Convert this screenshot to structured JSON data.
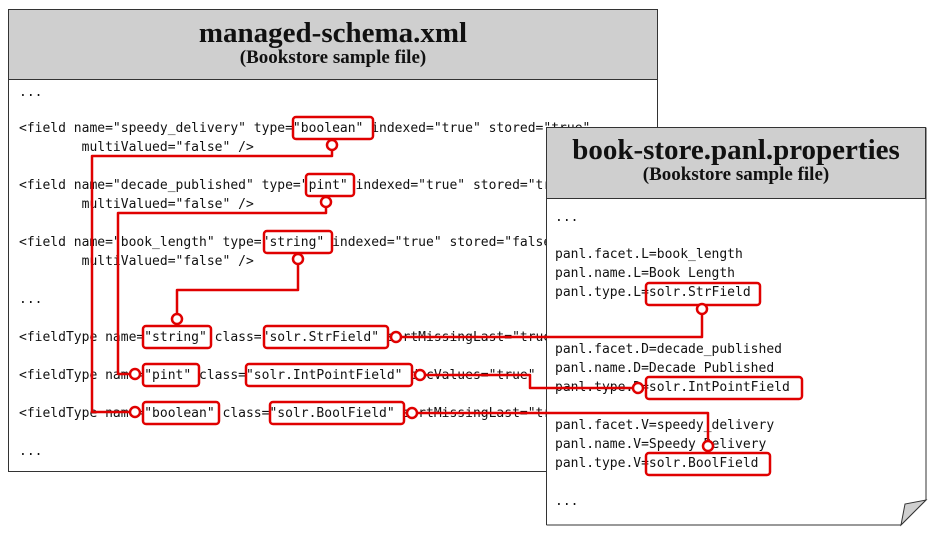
{
  "colors": {
    "link": "#e00000",
    "header_bg": "#cfcfcf",
    "border": "#333333"
  },
  "schema_panel": {
    "title": "managed-schema.xml",
    "subtitle": "(Bookstore sample file)",
    "lines": [
      "...",
      "<field name=\"speedy_delivery\" type=\"boolean\" indexed=\"true\" stored=\"true\"",
      "        multiValued=\"false\" />",
      "<field name=\"decade_published\" type=\"pint\" indexed=\"true\" stored=\"true\"",
      "        multiValued=\"false\" />",
      "<field name=\"book_length\" type=\"string\" indexed=\"true\" stored=\"false\"",
      "        multiValued=\"false\" />",
      "...",
      "<fieldType name=\"string\" class=\"solr.StrField\" sortMissingLast=\"true\"",
      "<fieldType name=\"pint\" class=\"solr.IntPointField\" docValues=\"true\"",
      "<fieldType name=\"boolean\" class=\"solr.BoolField\" sortMissingLast=\"true\"",
      "..."
    ]
  },
  "properties_panel": {
    "title": "book-store.panl.properties",
    "subtitle": "(Bookstore sample file)",
    "lines": [
      "...",
      "panl.facet.L=book_length",
      "panl.name.L=Book Length",
      "panl.type.L=solr.StrField",
      "panl.facet.D=decade_published",
      "panl.name.D=Decade Published",
      "panl.type.D=solr.IntPointField",
      "panl.facet.V=speedy_delivery",
      "panl.name.V=Speedy Delivery",
      "panl.type.V=solr.BoolField",
      "..."
    ]
  }
}
